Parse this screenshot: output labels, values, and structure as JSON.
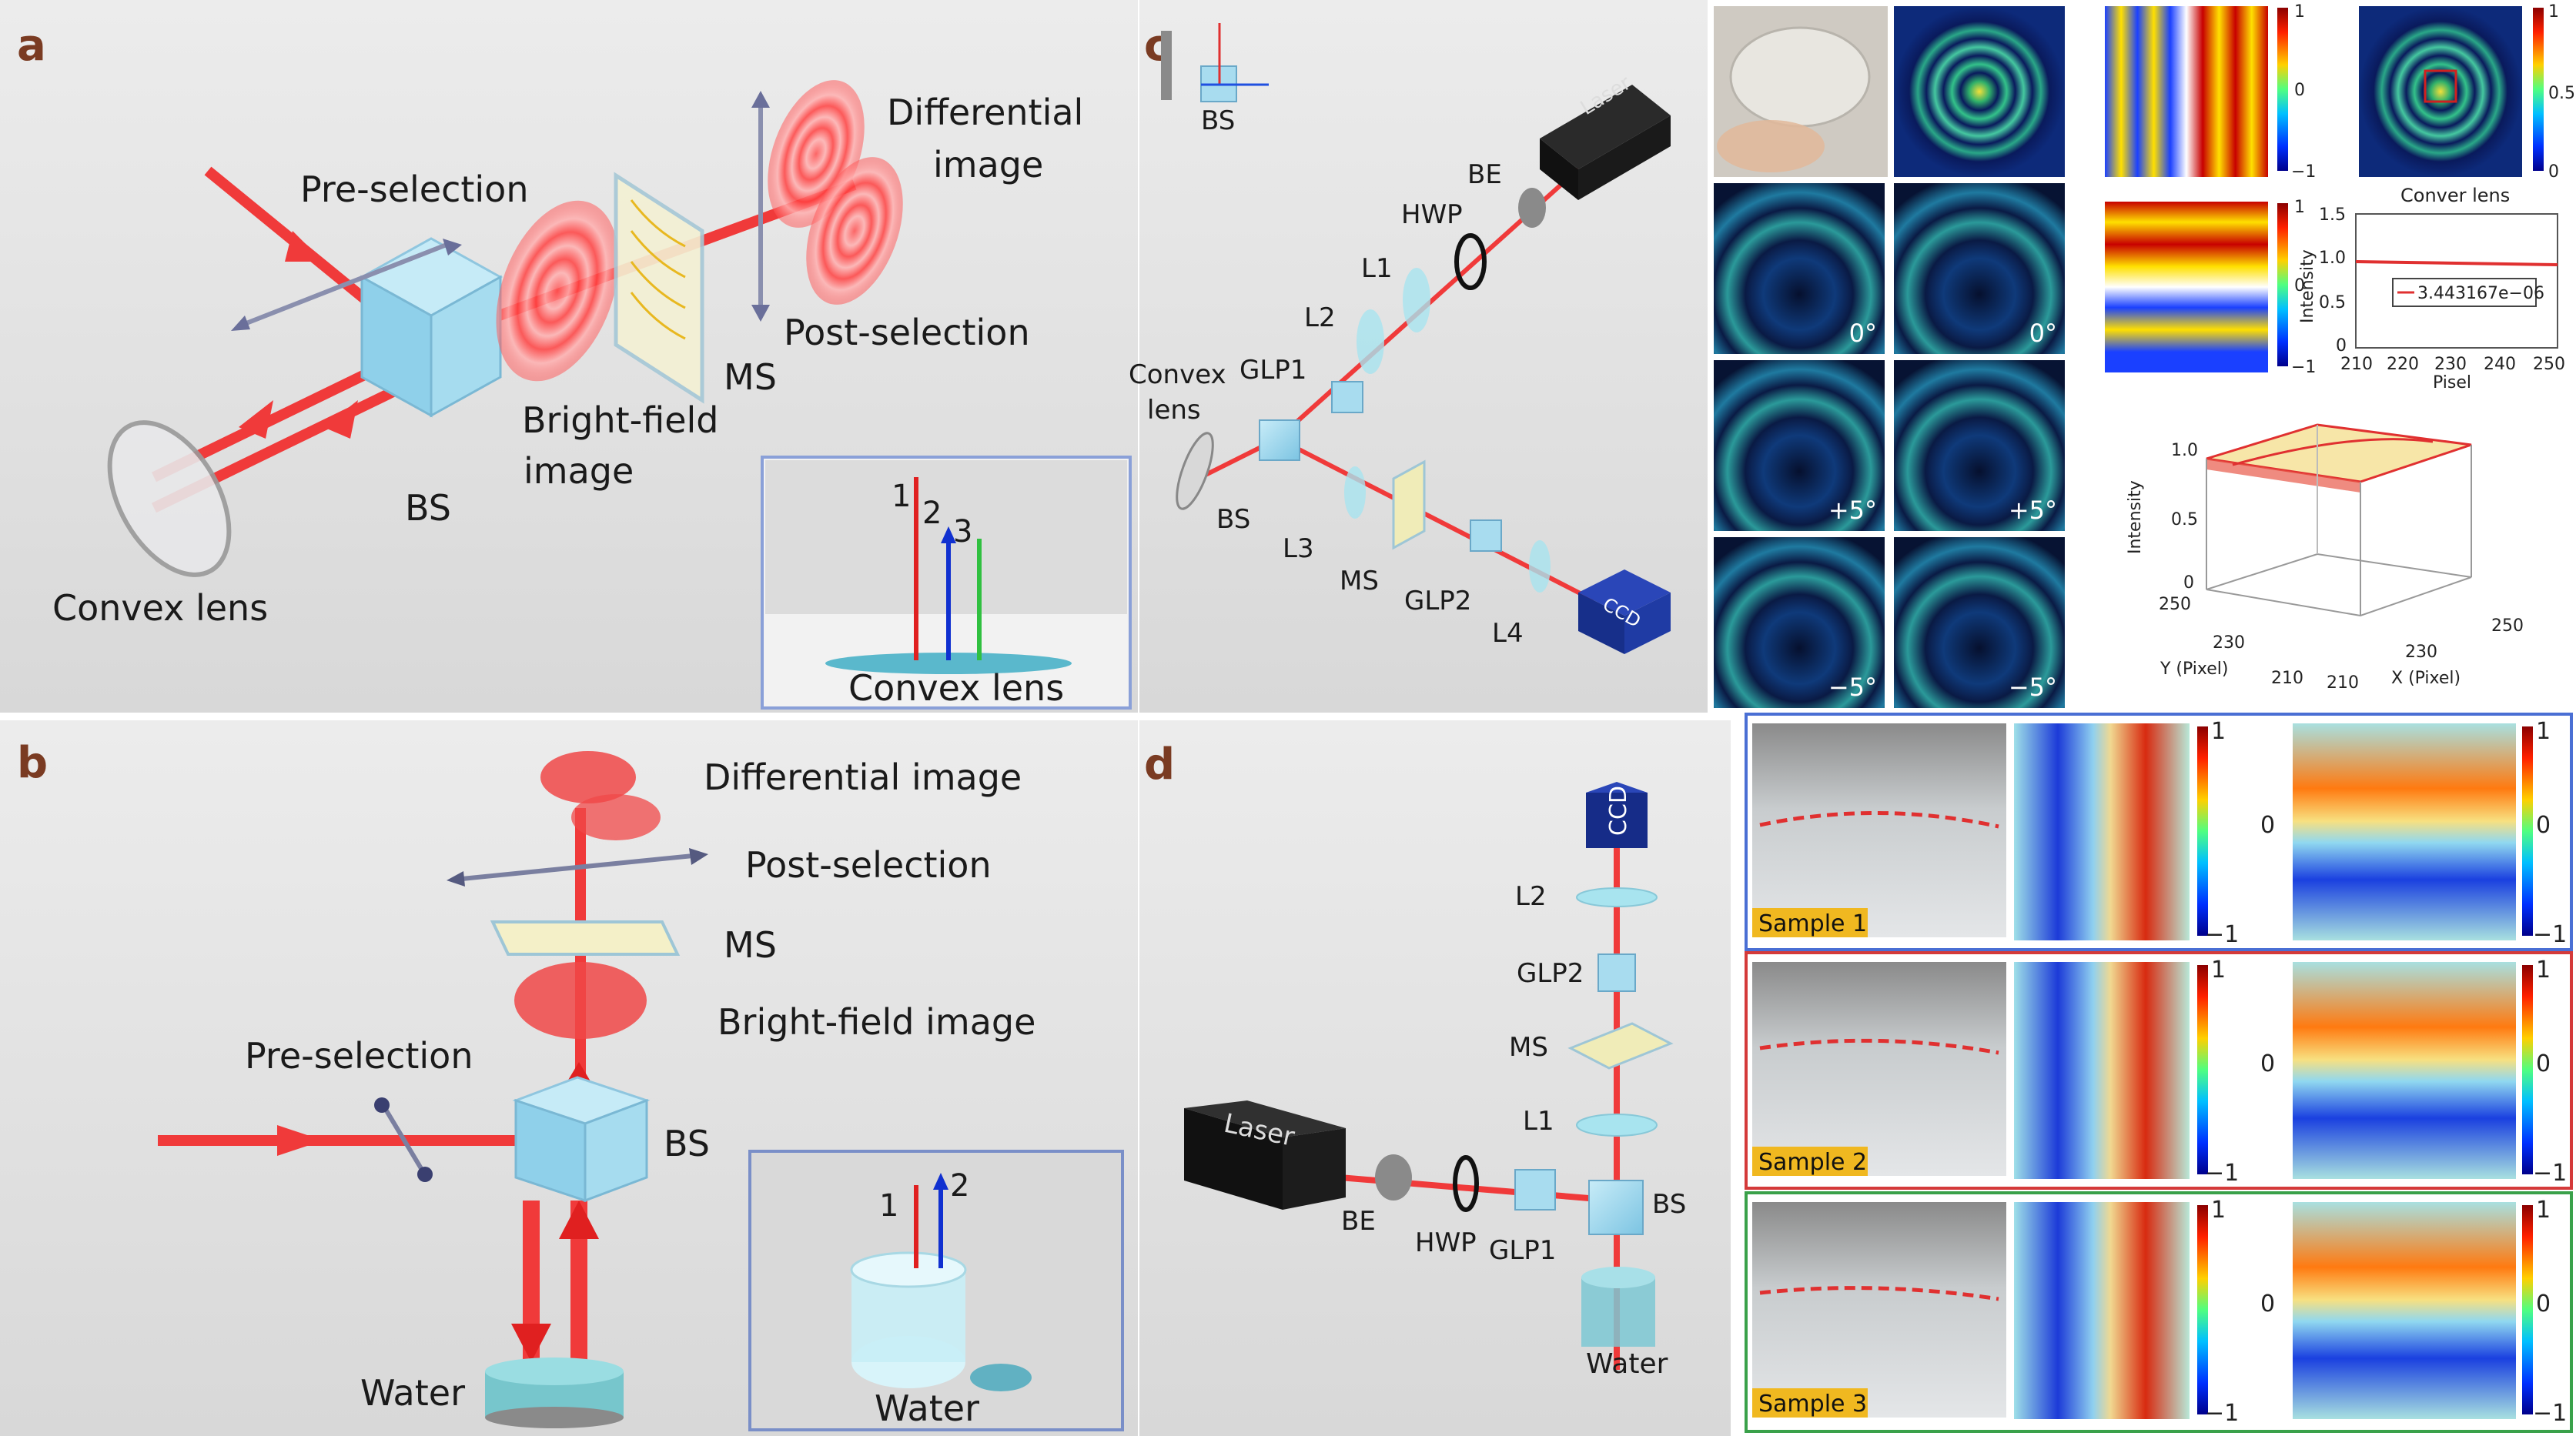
{
  "panels": {
    "a": {
      "letter": "a",
      "labels": {
        "pre_selection": "Pre-selection",
        "differential_image_1": "Differential",
        "differential_image_2": "image",
        "post_selection": "Post-selection",
        "ms": "MS",
        "bright_field_1": "Bright-field",
        "bright_field_2": "image",
        "bs": "BS",
        "convex_lens": "Convex lens"
      },
      "inset": {
        "beams": [
          "1",
          "2",
          "3"
        ],
        "caption": "Convex lens"
      }
    },
    "b": {
      "letter": "b",
      "labels": {
        "differential_image": "Differential image",
        "post_selection": "Post-selection",
        "ms": "MS",
        "bright_field_image": "Bright-field image",
        "pre_selection": "Pre-selection",
        "bs": "BS",
        "water": "Water"
      },
      "inset": {
        "beams": [
          "1",
          "2"
        ],
        "caption": "Water"
      }
    },
    "c": {
      "letter": "c",
      "setup_labels": {
        "bs_small": "BS",
        "laser": "Laser",
        "be": "BE",
        "hwp": "HWP",
        "l1": "L1",
        "l2": "L2",
        "convex_1": "Convex",
        "convex_2": "lens",
        "glp1": "GLP1",
        "bs": "BS",
        "l3": "L3",
        "ms": "MS",
        "glp2": "GLP2",
        "l4": "L4",
        "ccd": "CCD"
      },
      "image_grid_angles": [
        "0°",
        "0°",
        "+5°",
        "+5°",
        "−5°",
        "−5°"
      ],
      "colorbar_ticks": [
        "1",
        "0",
        "−1"
      ],
      "colorbar_ticks_top_right": [
        "1",
        "0.5",
        "0"
      ],
      "conver_lens_caption": "Conver lens",
      "line_plot": {
        "ylabel": "Intensity",
        "xlabel": "Pisel",
        "yticks": [
          "1.5",
          "1.0",
          "0.5",
          "0"
        ],
        "xticks": [
          "210",
          "220",
          "230",
          "240",
          "250"
        ],
        "legend": "3.443167e−06"
      },
      "surface_plot": {
        "zlabel": "Intensity",
        "zticks": [
          "1.0",
          "0.5",
          "0"
        ],
        "ylabel": "Y (Pixel)",
        "xlabel": "X (Pixel)",
        "yticks": [
          "250",
          "230",
          "210"
        ],
        "xticks": [
          "210",
          "230",
          "250"
        ]
      }
    },
    "d": {
      "letter": "d",
      "setup_labels": {
        "ccd": "CCD",
        "l2": "L2",
        "glp2": "GLP2",
        "ms": "MS",
        "l1": "L1",
        "bs": "BS",
        "laser": "Laser",
        "be": "BE",
        "hwp": "HWP",
        "glp1": "GLP1",
        "water": "Water"
      },
      "samples": [
        {
          "name": "Sample 1",
          "border": "#4a6fd4"
        },
        {
          "name": "Sample 2",
          "border": "#d43a3a"
        },
        {
          "name": "Sample 3",
          "border": "#3aa14a"
        }
      ],
      "colorbar_ticks": [
        "1",
        "0",
        "−1"
      ]
    }
  },
  "colors": {
    "beam": "#f03a3a",
    "panel_bg": "#e4e4e4",
    "bs_cube": "#9fd6ee",
    "letter": "#7a3b22",
    "sample_tag": "#f0b820"
  }
}
